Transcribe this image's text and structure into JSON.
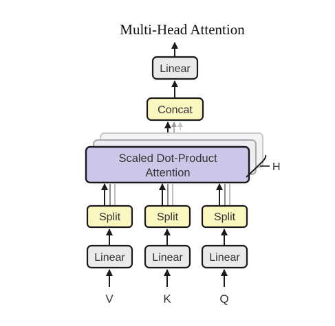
{
  "title": "Multi-Head Attention",
  "blocks": {
    "final_linear": "Linear",
    "concat": "Concat",
    "attention_line1": "Scaled Dot-Product",
    "attention_line2": "Attention",
    "split": "Split",
    "input_linear": "Linear"
  },
  "inputs": [
    "V",
    "K",
    "Q"
  ],
  "heads_label": "H",
  "colors": {
    "linear_fill": "#e8ebe9",
    "yellow_fill": "#fbf5c0",
    "attention_fill": "#cdc6e8",
    "stroke": "#1a1a1a"
  }
}
